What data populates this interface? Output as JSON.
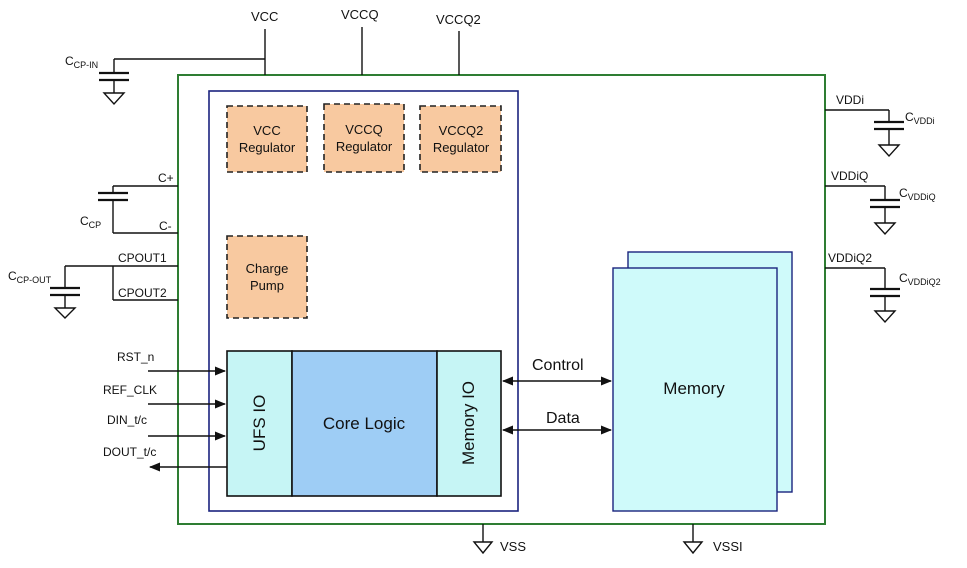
{
  "supplies_top": [
    "VCC",
    "VCCQ",
    "VCCQ2"
  ],
  "regulators": [
    {
      "line1": "VCC",
      "line2": "Regulator"
    },
    {
      "line1": "VCCQ",
      "line2": "Regulator"
    },
    {
      "line1": "VCCQ2",
      "line2": "Regulator"
    }
  ],
  "charge_pump": {
    "line1": "Charge",
    "line2": "Pump"
  },
  "left_pins": {
    "ccp_in": {
      "main": "C",
      "sub": "CP-IN"
    },
    "c_plus": "C+",
    "c_minus": "C-",
    "ccp": {
      "main": "C",
      "sub": "CP"
    },
    "cpout1": "CPOUT1",
    "cpout2": "CPOUT2",
    "ccp_out": {
      "main": "C",
      "sub": "CP-OUT"
    }
  },
  "signals": [
    "RST_n",
    "REF_CLK",
    "DIN_t/c",
    "DOUT_t/c"
  ],
  "blocks": {
    "ufs_io": "UFS IO",
    "core_logic": "Core Logic",
    "memory_io": "Memory IO",
    "memory": "Memory"
  },
  "links": {
    "control": "Control",
    "data": "Data"
  },
  "right_rails": [
    {
      "name": "VDDi",
      "cap_main": "C",
      "cap_sub": "VDDi"
    },
    {
      "name": "VDDiQ",
      "cap_main": "C",
      "cap_sub": "VDDiQ"
    },
    {
      "name": "VDDiQ2",
      "cap_main": "C",
      "cap_sub": "VDDiQ2"
    }
  ],
  "grounds": [
    "VSS",
    "VSSI"
  ],
  "colors": {
    "chip_border": "#2e7d32",
    "inner_border": "#1a237e",
    "regulator_fill": "#f8c9a0",
    "io_fill": "#c6f5f5",
    "core_fill": "#9ecdf5",
    "memory_fill": "#cffafa"
  }
}
